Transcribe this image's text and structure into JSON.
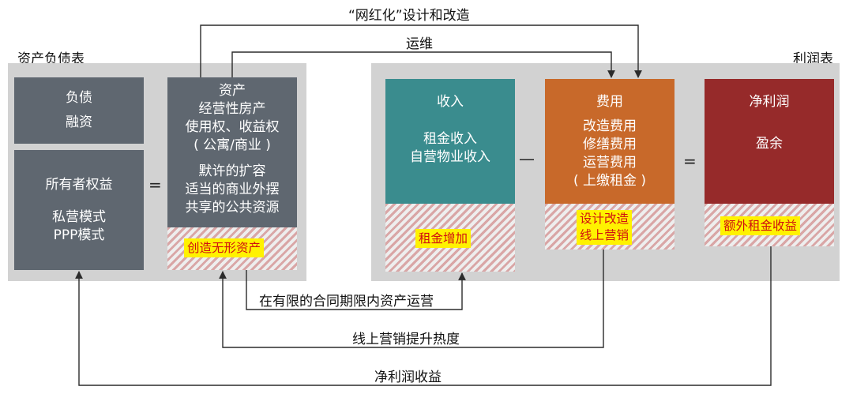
{
  "balance_sheet": {
    "title": "资产负债表",
    "liabilities": {
      "lines": [
        "负债",
        "融资"
      ]
    },
    "equity": {
      "lines": [
        "所有者权益",
        "",
        "私营模式",
        "PPP模式"
      ]
    },
    "equals": "=",
    "assets": {
      "lines": [
        "资产",
        "经营性房产",
        "使用权、收益权",
        "( 公寓/商业 )",
        "",
        "默许的扩容",
        "适当的商业外摆",
        "共享的公共资源"
      ]
    },
    "assets_tag": "创造无形资产"
  },
  "income_statement": {
    "title": "利润表",
    "revenue": {
      "lines": [
        "收入",
        "",
        "租金收入",
        "自营物业收入"
      ]
    },
    "revenue_tag": "租金增加",
    "minus": "—",
    "expense": {
      "lines": [
        "费用",
        "改造费用",
        "修缮费用",
        "运营费用",
        "( 上缴租金 )"
      ]
    },
    "expense_tag": [
      "设计改造",
      "线上营销"
    ],
    "equals": "=",
    "profit": {
      "lines": [
        "净利润",
        "",
        "盈余"
      ]
    },
    "profit_tag": "额外租金收益"
  },
  "arrows": {
    "top1": "“网红化”设计和改造",
    "top2": "运维",
    "bottom1": "在有限的合同期限内资产运营",
    "bottom2": "线上营销提升热度",
    "bottom3": "净利润收益"
  },
  "colors": {
    "panel": "#d2d2d2",
    "slate_box": "#5f6770",
    "revenue_box": "#3a8c8e",
    "expense_box": "#c8692a",
    "profit_box": "#962a2a",
    "tag_bg": "#fff200",
    "tag_text": "#d01010"
  }
}
